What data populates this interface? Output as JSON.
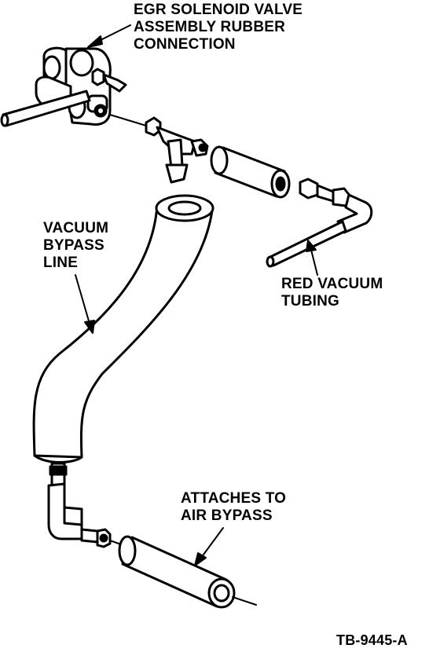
{
  "labels": {
    "egr_valve": [
      "EGR SOLENOID VALVE",
      "ASSEMBLY RUBBER",
      "CONNECTION"
    ],
    "vacuum_bypass": [
      "VACUUM",
      "BYPASS",
      "LINE"
    ],
    "red_vacuum": [
      "RED VACUUM",
      "TUBING"
    ],
    "air_bypass": [
      "ATTACHES TO",
      "AIR BYPASS"
    ]
  },
  "figure_id": "TB-9445-A",
  "colors": {
    "ink": "#000000",
    "paper": "#ffffff"
  }
}
